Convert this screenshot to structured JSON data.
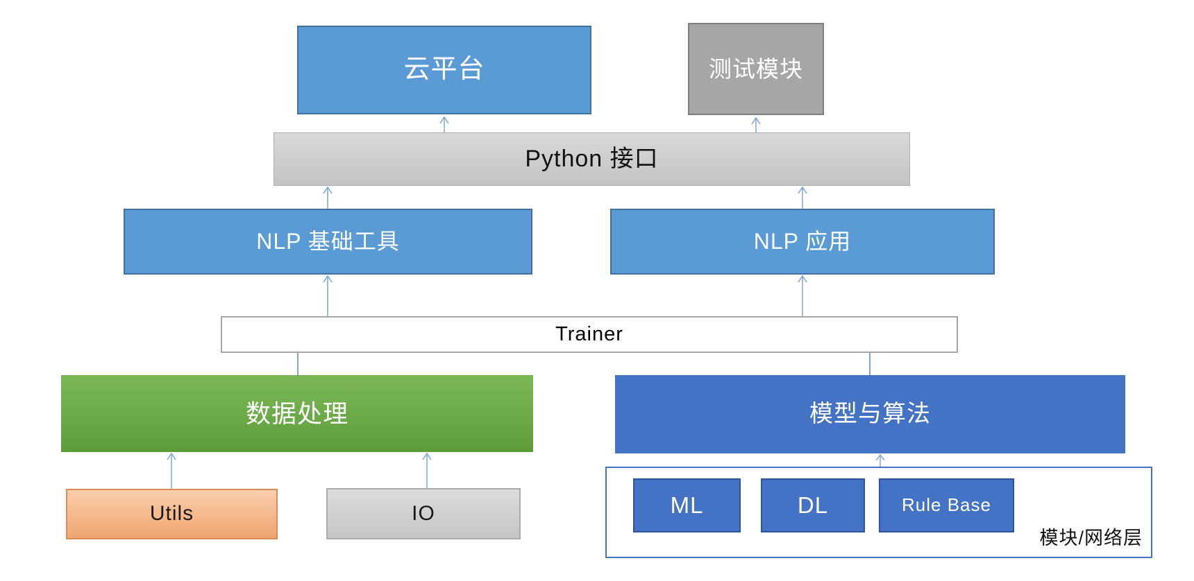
{
  "diagram": {
    "nodes": {
      "cloud_platform": {
        "label": "云平台"
      },
      "test_module": {
        "label": "测试模块"
      },
      "python_api": {
        "label": "Python 接口"
      },
      "nlp_tools": {
        "label": "NLP 基础工具"
      },
      "nlp_app": {
        "label": "NLP 应用"
      },
      "trainer": {
        "label": "Trainer"
      },
      "data_processing": {
        "label": "数据处理"
      },
      "utils": {
        "label": "Utils"
      },
      "io": {
        "label": "IO"
      },
      "models_algorithms": {
        "label": "模型与算法"
      },
      "ml": {
        "label": "ML"
      },
      "dl": {
        "label": "DL"
      },
      "rule_base": {
        "label": "Rule Base"
      },
      "module_network_layer": {
        "label": "模块/网络层"
      }
    },
    "edges": [
      {
        "from": "python_api",
        "to": "cloud_platform",
        "type": "arrow"
      },
      {
        "from": "python_api",
        "to": "test_module",
        "type": "arrow"
      },
      {
        "from": "nlp_tools",
        "to": "python_api",
        "type": "arrow"
      },
      {
        "from": "nlp_app",
        "to": "python_api",
        "type": "arrow"
      },
      {
        "from": "trainer",
        "to": "nlp_tools",
        "type": "arrow"
      },
      {
        "from": "trainer",
        "to": "nlp_app",
        "type": "arrow"
      },
      {
        "from": "data_processing",
        "to": "trainer",
        "type": "line"
      },
      {
        "from": "models_algorithms",
        "to": "trainer",
        "type": "line"
      },
      {
        "from": "utils",
        "to": "data_processing",
        "type": "arrow"
      },
      {
        "from": "io",
        "to": "data_processing",
        "type": "arrow"
      },
      {
        "from": "module_layer_box",
        "to": "models_algorithms",
        "type": "arrow"
      }
    ],
    "colors": {
      "accent_blue": "#5B9BD5",
      "accent_blue_border": "#41719C",
      "royal_blue": "#4472C4",
      "royal_blue_border": "#2F5597",
      "gray_fill": "#A6A6A6",
      "gray_border": "#7F7F7F",
      "green_top": "#7CB956",
      "green_bottom": "#5E9C3A",
      "orange_top": "#F9CFAC",
      "orange_bottom": "#EFA470",
      "orange_border": "#E08A52",
      "light_gray_top": "#DCDCDC",
      "light_gray_bottom": "#C5C5C5",
      "arrow": "#7CA6DC",
      "background": "#FFFFFF"
    }
  }
}
